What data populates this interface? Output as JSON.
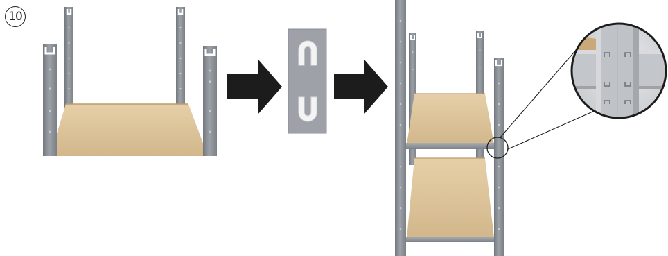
{
  "step": {
    "number": "10"
  },
  "figures": [
    {
      "name": "frame-with-bottom-shelf"
    },
    {
      "name": "hook-slot-detail"
    },
    {
      "name": "assembled-two-shelf-unit"
    },
    {
      "name": "connection-magnifier"
    }
  ],
  "colors": {
    "upright": "#8f949b",
    "upright_dark": "#6f747a",
    "upright_light": "#b9bdc2",
    "shelf_board": "#dcc49c",
    "shelf_board_dark": "#c9ad80",
    "arrow": "#1c1c1c",
    "detail_panel": "#9a9ea4"
  },
  "icons": [
    "arrow-right-icon",
    "arrow-right-icon"
  ]
}
